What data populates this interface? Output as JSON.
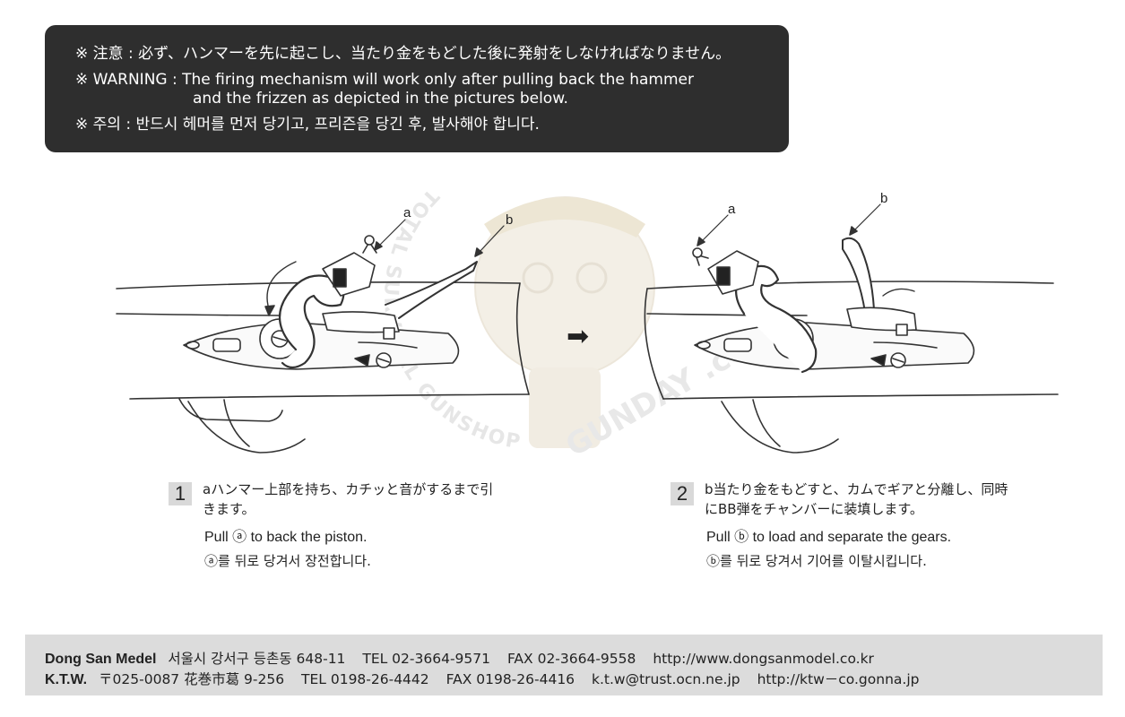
{
  "warning": {
    "jp": "※ 注意 : 必ず、ハンマーを先に起こし、当たり金をもどした後に発射をしなければなりません。",
    "en_line1": "※ WARNING : The firing mechanism will work only after pulling back the hammer",
    "en_line2": "and the frizzen as depicted in the pictures below.",
    "ko": "※ 주의 : 반드시 헤머를 먼저 당기고, 프리즌을 당긴 후, 발사해야 합니다."
  },
  "illustration": {
    "left_label_a": "a",
    "left_label_b": "b",
    "right_label_a": "a",
    "right_label_b": "b",
    "arrow_glyph": "➡"
  },
  "watermark": {
    "line1": "TOTAL SURVIVAL GUNSHOP",
    "line2": "GUNDAY .co.kr"
  },
  "steps": [
    {
      "number": "1",
      "jp": "aハンマー上部を持ち、カチッと音がするまで引きます。",
      "en": "Pull ⓐ to back the piston.",
      "ko": "ⓐ를 뒤로 당겨서 장전합니다."
    },
    {
      "number": "2",
      "jp": "b当たり金をもどすと、カムでギアと分離し、同時にBB弾をチャンバーに装填します。",
      "en": "Pull ⓑ to load and separate the gears.",
      "ko": "ⓑ를 뒤로 당겨서 기어를 이탈시킵니다."
    }
  ],
  "footer": {
    "row1_brand": "Dong San Medel",
    "row1_address": "서울시 강서구 등촌동 648-11",
    "row1_tel": "TEL 02-3664-9571",
    "row1_fax": "FAX 02-3664-9558",
    "row1_url": "http://www.dongsanmodel.co.kr",
    "row2_brand": "K.T.W.",
    "row2_address": "〒025-0087 花巻市葛 9-256",
    "row2_tel": "TEL 0198-26-4442",
    "row2_fax": "FAX 0198-26-4416",
    "row2_email": "k.t.w@trust.ocn.ne.jp",
    "row2_url": "http://ktw－co.gonna.jp"
  }
}
